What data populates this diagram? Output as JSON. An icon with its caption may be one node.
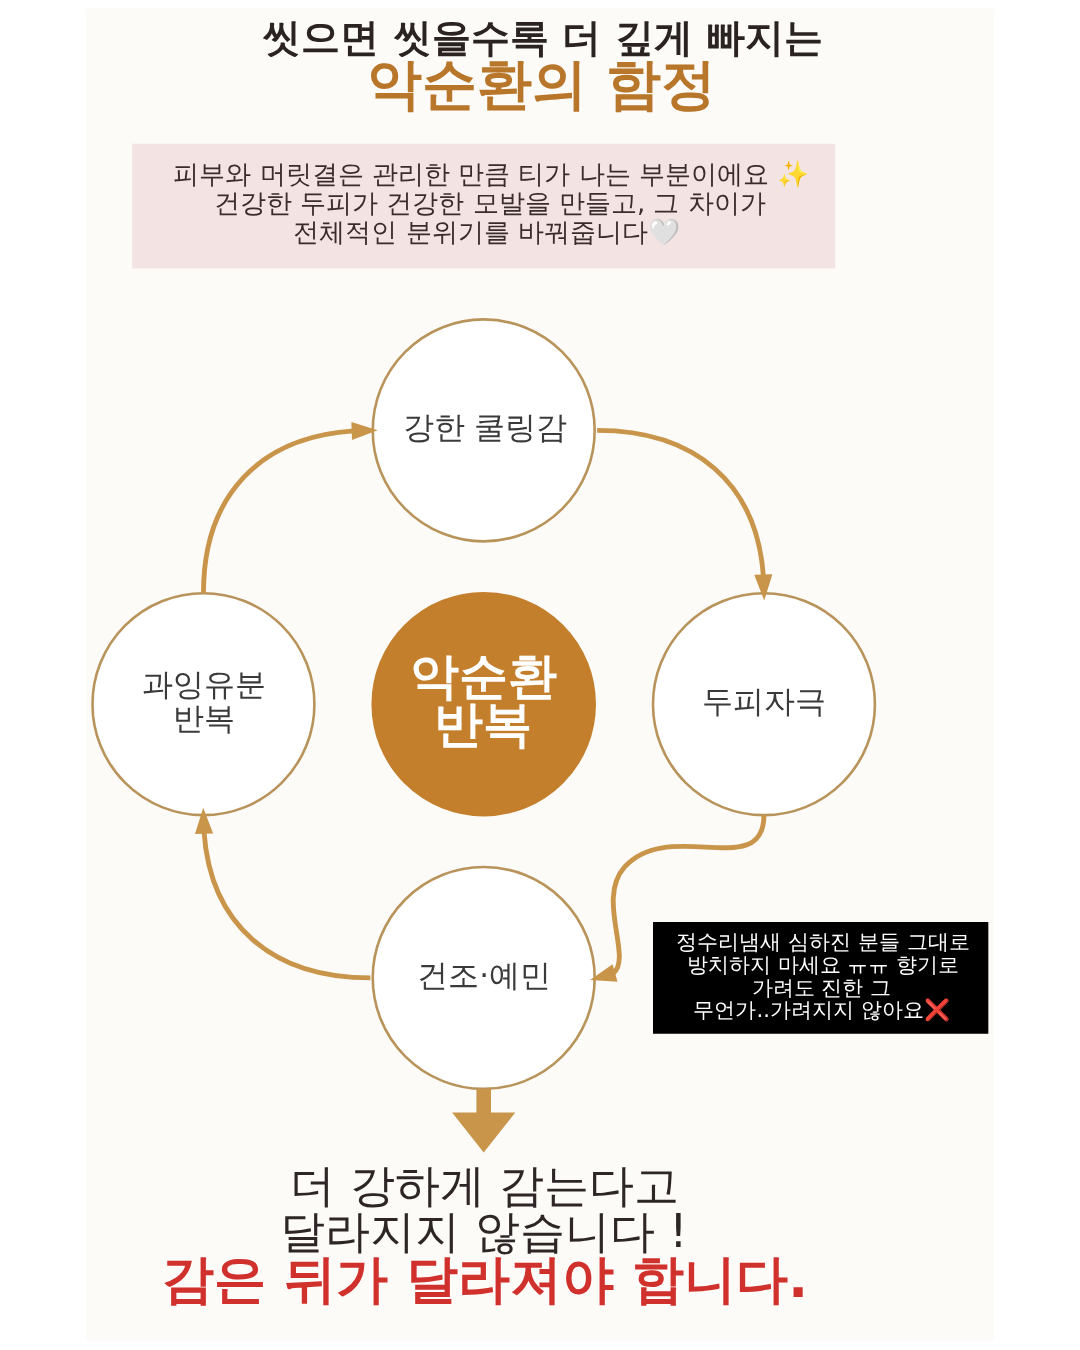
{
  "diagram": {
    "title": "씻으면 씻을수록 더 깊게 빠지는 악순환의 함정",
    "nodes": [
      {
        "text": [
          "피부와 머릿결은 관리한 만큼 티가 나는 부분이에요 ✨ 건강한 두피가 건강한 모발을 만들고, 그 차이가 전체적인 분위기를 바꿔줍니다🤍"
        ]
      },
      {
        "text": [
          "강한 쿨링감"
        ]
      },
      {
        "text": [
          "과잉유분 반복"
        ]
      },
      {
        "text": [
          "악순환 반복"
        ]
      },
      {
        "text": [
          "두피자극"
        ]
      },
      {
        "text": [
          "정수리냄새 심하진 분들 그대로 방치하지 마세요 ㅠㅠ 향기로 가려도 진한 그 무언가..가려지지 않아요❌"
        ]
      },
      {
        "text": [
          "건조·예민"
        ]
      },
      {
        "text": [
          "더 강하게 감는다고 달라지지 않습니다 !",
          "감은 뒤가 달라져야 합니다."
        ]
      }
    ],
    "edges": [
      {
        "from": 2,
        "to": 1,
        "arrow": "to"
      },
      {
        "from": 1,
        "to": 4,
        "arrow": "to"
      },
      {
        "from": 4,
        "to": 6,
        "arrow": "to"
      },
      {
        "from": 6,
        "to": 2,
        "arrow": "to"
      },
      {
        "from": 6,
        "to": 7,
        "arrow": "to",
        "style": "thick"
      }
    ]
  }
}
